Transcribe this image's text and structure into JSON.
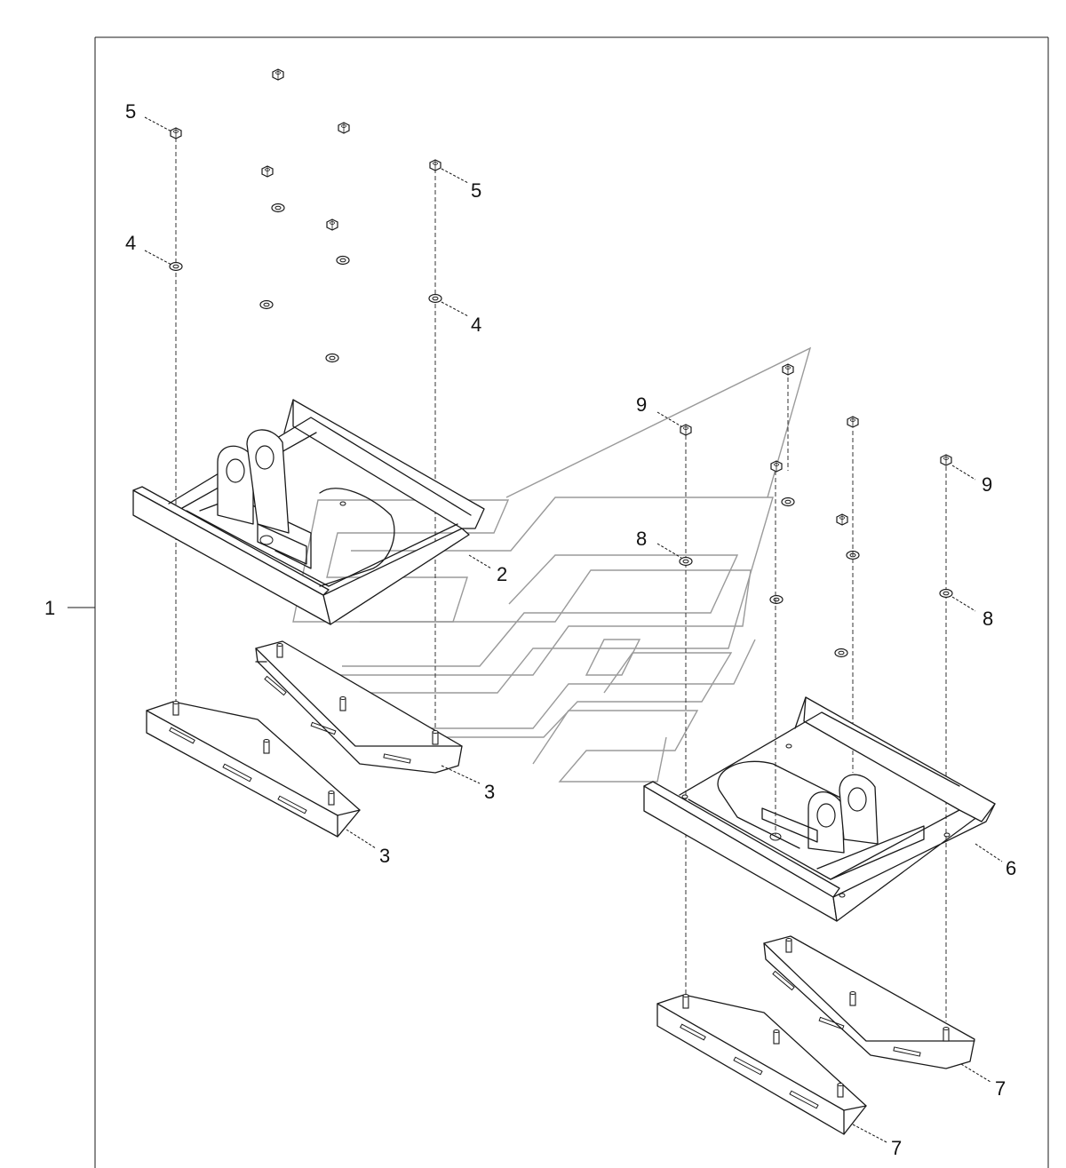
{
  "callouts": {
    "assembly": "1",
    "left_plate": "2",
    "pad_a": "3",
    "pad_b": "3",
    "washer_l1": "4",
    "washer_l2": "4",
    "nut_l1": "5",
    "nut_l2": "5",
    "right_plate": "6",
    "pad_c": "7",
    "pad_d": "7",
    "washer_r1": "8",
    "washer_r2": "8",
    "nut_r1": "9",
    "nut_r2": "9"
  },
  "colors": {
    "line": "#1a1a1a",
    "watermark": "#9a9a9a",
    "background": "#ffffff"
  }
}
